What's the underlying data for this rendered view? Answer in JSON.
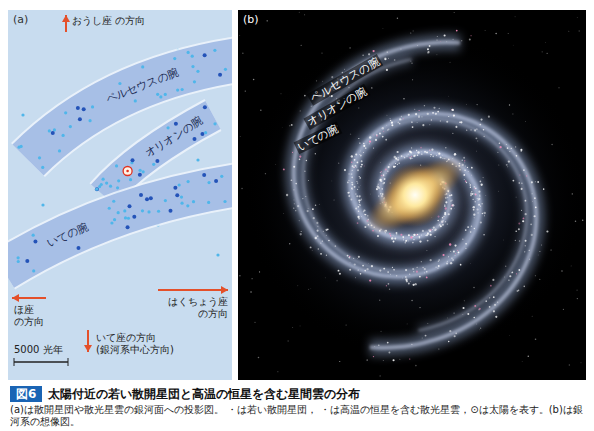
{
  "diagram": {
    "title": "太陽付近の若い散開星団と高温の恒星を含む星間雲の分布",
    "caption": "(a)は散開星団や散光星雲の銀河面への投影図。 ・は若い散開星団， ・は高温の恒星を含む散光星雲，⊙は太陽を表す。(b)は銀河系の想像図。",
    "nodes": [
      {
        "text": [
          "(a)"
        ]
      },
      {
        "text": [
          "ペルセウスの腕"
        ],
        "in": 0
      },
      {
        "text": [
          "オリオンの腕"
        ],
        "in": 0
      },
      {
        "text": [
          "いての腕"
        ],
        "in": 0
      },
      {
        "text": [
          "(b)"
        ]
      },
      {
        "text": [
          "図6"
        ]
      }
    ],
    "labels": [
      "おうし座 の方向",
      "ほ座 の方向",
      "はくちょう座 の方向",
      "いて座の方向 (銀河系中心方向)",
      "5000 光年",
      "ペルセウスの腕",
      "オリオンの腕",
      "いての腕"
    ]
  }
}
